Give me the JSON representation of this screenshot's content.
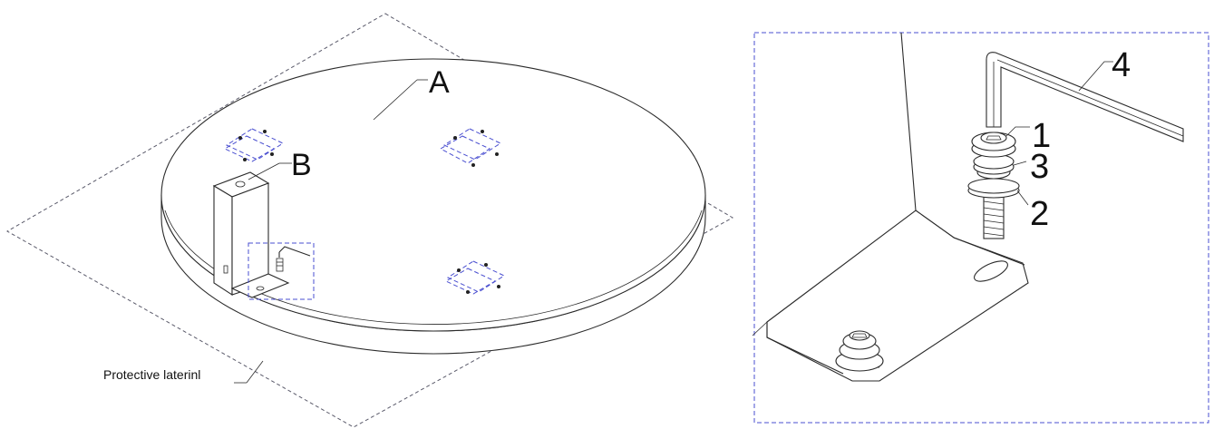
{
  "left_view": {
    "label_a": "A",
    "label_b": "B",
    "material_label": "Protective laterinl"
  },
  "detail_view": {
    "part_1": "1",
    "part_2": "2",
    "part_3": "3",
    "part_4": "4"
  }
}
